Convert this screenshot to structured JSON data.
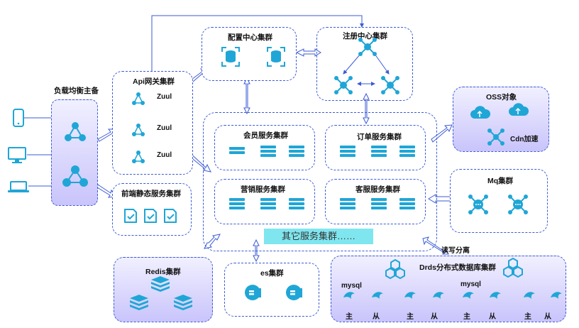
{
  "lb": {
    "title": "负载均衡主备"
  },
  "api": {
    "title": "Api网关集群",
    "items": [
      "Zuul",
      "Zuul",
      "Zuul"
    ]
  },
  "static": {
    "title": "前端静态服务集群"
  },
  "config": {
    "title": "配置中心集群"
  },
  "registry": {
    "title": "注册中心集群"
  },
  "oss": {
    "title": "OSS对象",
    "cdn": "Cdn加速"
  },
  "mq": {
    "title": "Mq集群"
  },
  "services": {
    "member": "会员服务集群",
    "order": "订单服务集群",
    "marketing": "营销服务集群",
    "support": "客服服务集群",
    "other": "其它服务集群……"
  },
  "redis": {
    "title": "Redis集群"
  },
  "es": {
    "title": "es集群"
  },
  "drds": {
    "title": "Drds分布式数据库集群",
    "rw": "读写分离",
    "mysql": "mysql",
    "master": "主",
    "slave": "从"
  },
  "colors": {
    "accent": "#1fa6d6",
    "border": "#3b5bd6",
    "fill": "#c9c4fb"
  }
}
